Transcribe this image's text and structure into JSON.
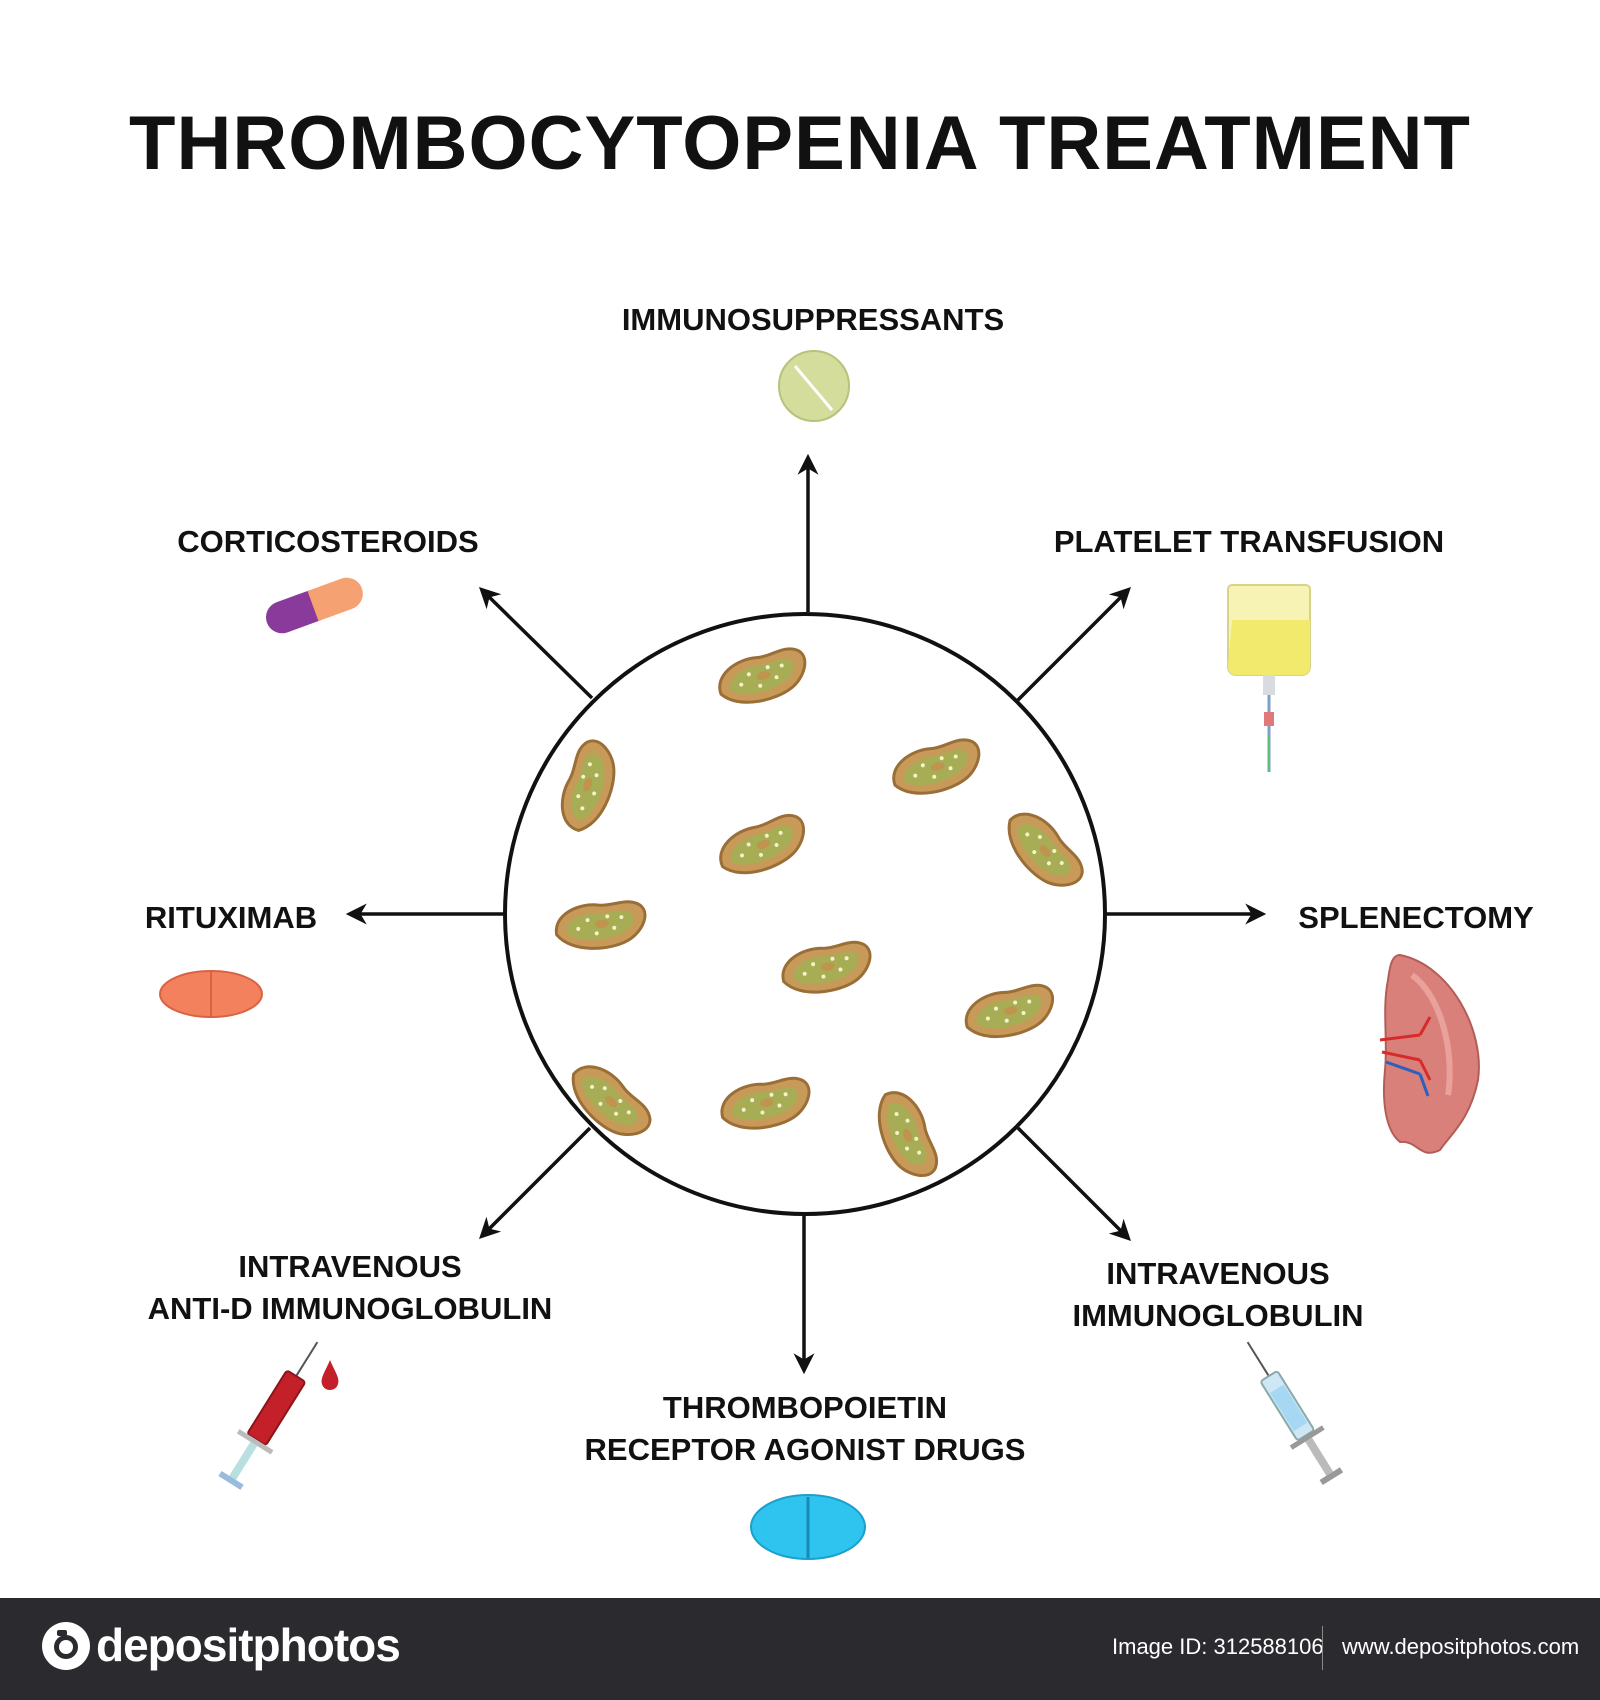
{
  "title": "THROMBOCYTOPENIA TREATMENT",
  "center": {
    "name": "platelets"
  },
  "treatments": [
    {
      "id": "immunosuppressants",
      "lines": [
        "IMMUNOSUPPRESSANTS"
      ],
      "icon": "round-tablet-icon"
    },
    {
      "id": "platelet-transfusion",
      "lines": [
        "PLATELET TRANSFUSION"
      ],
      "icon": "iv-bag-icon"
    },
    {
      "id": "splenectomy",
      "lines": [
        "SPLENECTOMY"
      ],
      "icon": "spleen-icon"
    },
    {
      "id": "iv-immunoglobulin",
      "lines": [
        "INTRAVENOUS",
        "IMMUNOGLOBULIN"
      ],
      "icon": "syringe-blue-icon"
    },
    {
      "id": "tpo-agonist",
      "lines": [
        "THROMBOPOIETIN",
        "RECEPTOR AGONIST DRUGS"
      ],
      "icon": "oval-tablet-blue-icon"
    },
    {
      "id": "anti-d",
      "lines": [
        "INTRAVENOUS",
        "ANTI-D IMMUNOGLOBULIN"
      ],
      "icon": "syringe-red-icon"
    },
    {
      "id": "rituximab",
      "lines": [
        "RITUXIMAB"
      ],
      "icon": "oval-tablet-orange-icon"
    },
    {
      "id": "corticosteroids",
      "lines": [
        "CORTICOSTEROIDS"
      ],
      "icon": "capsule-icon"
    }
  ],
  "colors": {
    "platelet_fill": "#c89a5a",
    "platelet_core": "#a7ad55",
    "tablet_green": "#d4dd9c",
    "tablet_orange": "#f3815e",
    "tablet_blue": "#2fc3ef",
    "capsule_purple": "#8a3a9a",
    "capsule_orange": "#f6a172",
    "bag_yellow": "#f2ea6d",
    "spleen": "#d9807a",
    "footer_bg": "#2b2a2f"
  },
  "footer": {
    "brand": "depositphotos",
    "image_id": "Image ID: 312588106",
    "url": "www.depositphotos.com"
  }
}
